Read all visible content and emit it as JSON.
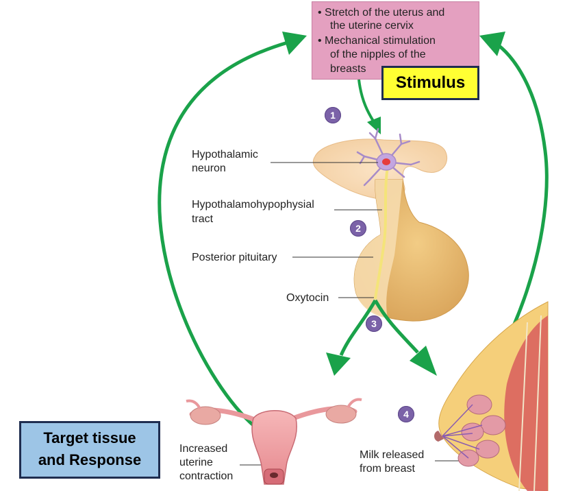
{
  "stimulus_box": {
    "lines": [
      "• Stretch of the uterus and",
      "the uterine cervix",
      "• Mechanical stimulation",
      "of the nipples of the",
      "breasts"
    ]
  },
  "tags": {
    "stimulus": "Stimulus",
    "target_line1": "Target tissue",
    "target_line2": "and Response"
  },
  "labels": {
    "hypothalamic_neuron": [
      "Hypothalamic",
      "neuron"
    ],
    "tract": [
      "Hypothalamohypophysial",
      "tract"
    ],
    "posterior_pituitary": "Posterior pituitary",
    "oxytocin": "Oxytocin",
    "uterus": [
      "Increased",
      "uterine",
      "contraction"
    ],
    "breast": [
      "Milk released",
      "from breast"
    ]
  },
  "steps": [
    "1",
    "2",
    "3",
    "4"
  ],
  "colors": {
    "arrow_green": "#1aa24a",
    "stimulus_pink": "#e4a0c0",
    "stimulus_yellow": "#ffff33",
    "target_blue": "#9dc5e6",
    "step_purple": "#7b62a8",
    "pituitary_tan": "#e8b870",
    "uterus_pink": "#f0a3a8"
  }
}
